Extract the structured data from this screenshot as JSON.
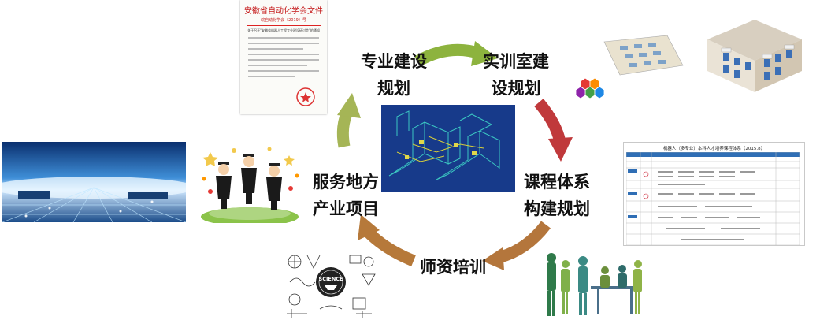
{
  "stages": [
    {
      "id": "professional-construction",
      "lines": [
        "专业建设",
        "规划"
      ]
    },
    {
      "id": "training-room",
      "lines": [
        "实训室建",
        "设规划"
      ]
    },
    {
      "id": "curriculum-system",
      "lines": [
        "课程体系",
        "构建规划"
      ]
    },
    {
      "id": "teacher-training",
      "lines": [
        "师资培训"
      ]
    },
    {
      "id": "local-industry",
      "lines": [
        "服务地方",
        "产业项目"
      ]
    }
  ],
  "document": {
    "title": "安徽省自动化学会文件",
    "subtitle": "皖自动化学会〔2019〕号",
    "heading": "关于召开\"安徽省机器人工程专业建设研讨会\"的通知"
  },
  "course_table": {
    "title": "机器人（多专业）本科人才培养课程体系（2015.8）"
  },
  "badge": {
    "title": "SCIENCE"
  },
  "colors": {
    "arrow_green": "#8db33e",
    "arrow_red": "#c0393b",
    "arrow_brown": "#b4763c",
    "arrow_olive": "#a5b556",
    "center_bg": "#173a8a"
  }
}
